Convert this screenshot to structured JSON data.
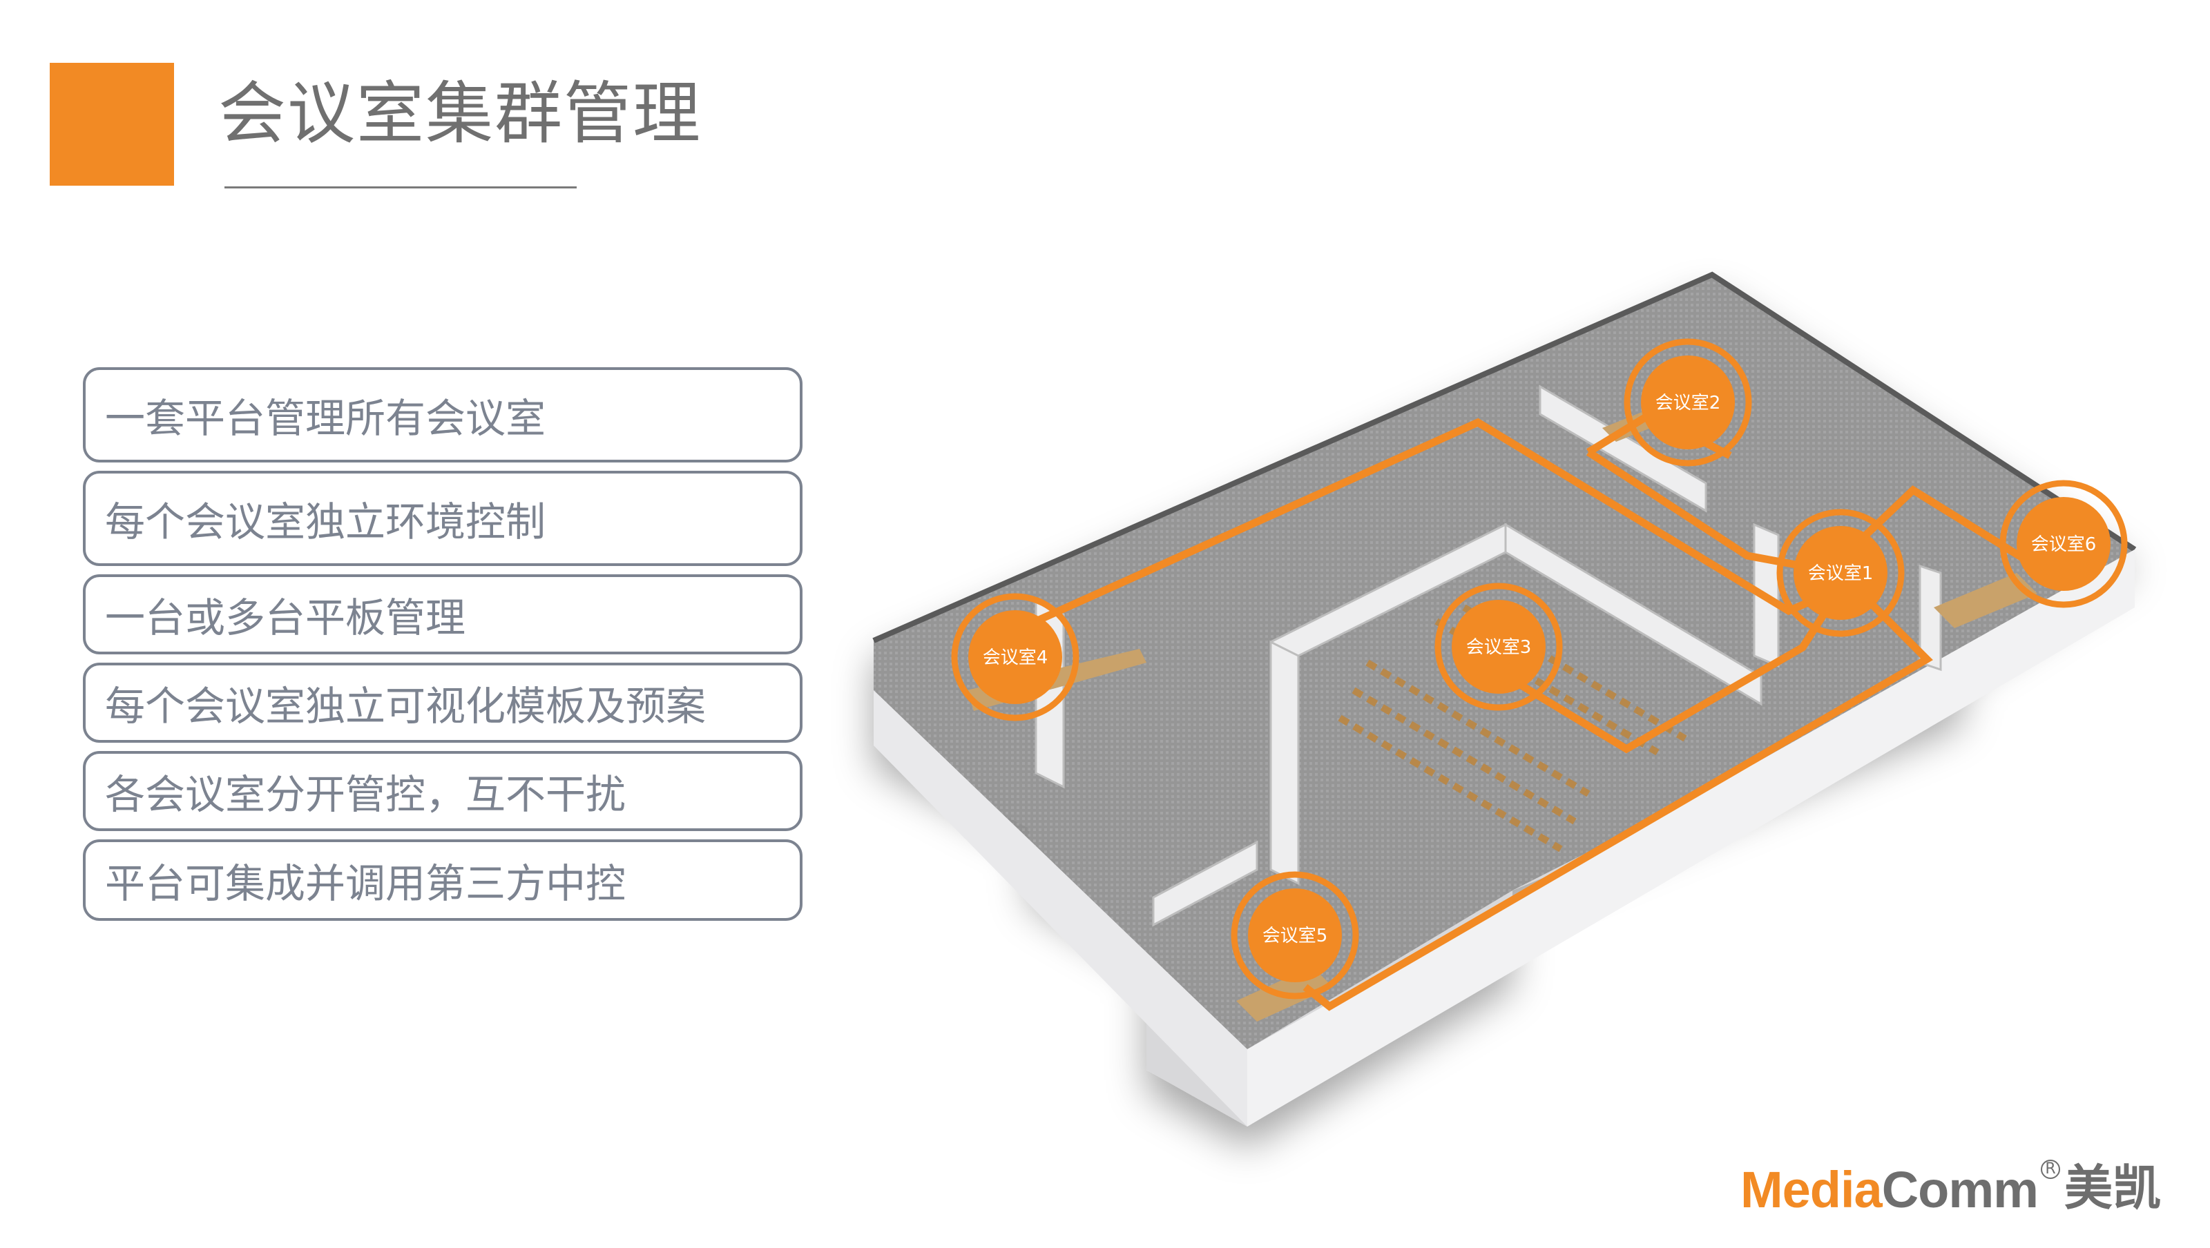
{
  "slide": {
    "title": "会议室集群管理",
    "accent_color": "#f28a24",
    "text_color": "#707070"
  },
  "features": [
    "一套平台管理所有会议室",
    "每个会议室独立环境控制",
    "一台或多台平板管理",
    "每个会议室独立可视化模板及预案",
    "各会议室分开管控，互不干扰",
    "平台可集成并调用第三方中控"
  ],
  "floor_plan": {
    "rooms": [
      {
        "id": 1,
        "label": "会议室1"
      },
      {
        "id": 2,
        "label": "会议室2"
      },
      {
        "id": 3,
        "label": "会议室3"
      },
      {
        "id": 4,
        "label": "会议室4"
      },
      {
        "id": 5,
        "label": "会议室5"
      },
      {
        "id": 6,
        "label": "会议室6"
      }
    ],
    "highlight_color": "#f28a24"
  },
  "logo": {
    "brand_en_part1": "Media",
    "brand_en_part2": "Comm",
    "registered": "R",
    "brand_cn": "美凯"
  }
}
